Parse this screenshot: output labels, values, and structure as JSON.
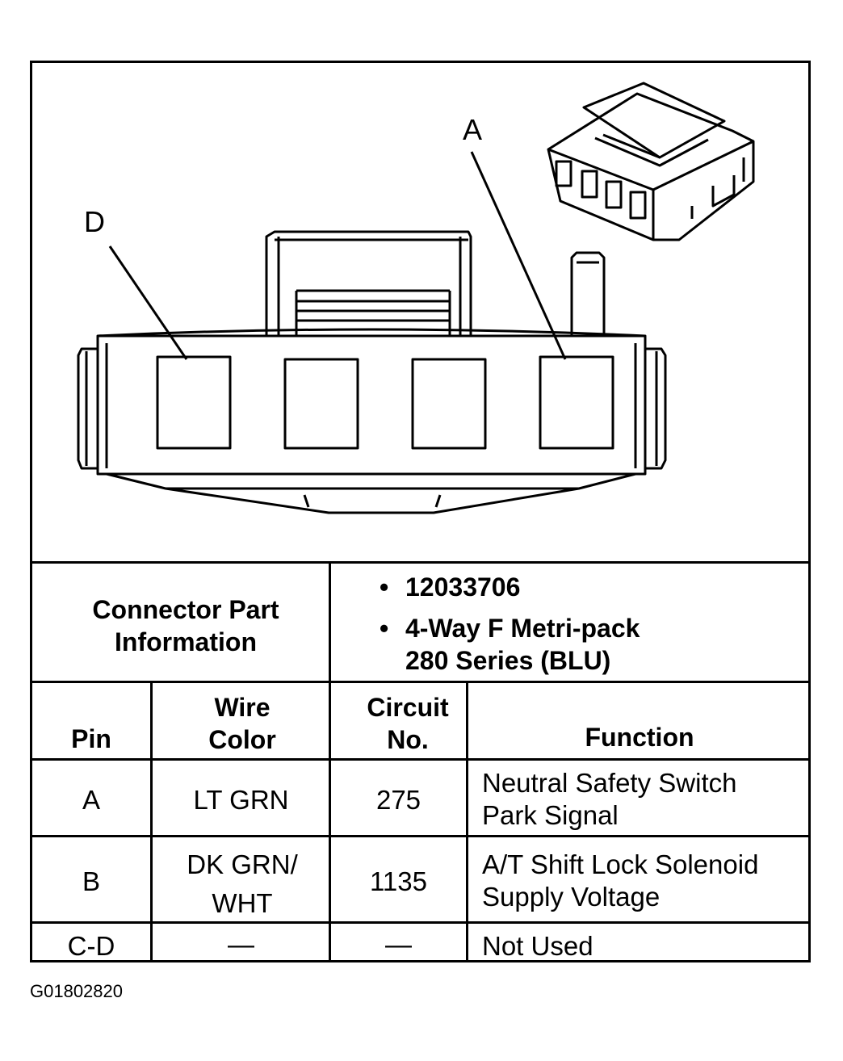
{
  "diagram": {
    "callout_a": "A",
    "callout_d": "D"
  },
  "part_info": {
    "label": "Connector Part Information",
    "items": [
      "12033706",
      "4-Way F Metri-pack 280 Series (BLU)"
    ]
  },
  "table": {
    "headers": {
      "pin": "Pin",
      "wire_color": "Wire Color",
      "circuit_no": "Circuit No.",
      "function": "Function"
    },
    "rows": [
      {
        "pin": "A",
        "wire_color": "LT GRN",
        "circuit_no": "275",
        "function": "Neutral Safety Switch Park Signal"
      },
      {
        "pin": "B",
        "wire_color": "DK GRN/ WHT",
        "circuit_no": "1135",
        "function": "A/T Shift Lock Solenoid Supply Voltage"
      },
      {
        "pin": "C-D",
        "wire_color": "—",
        "circuit_no": "—",
        "function": "Not Used"
      }
    ]
  },
  "figure_code": "G01802820"
}
